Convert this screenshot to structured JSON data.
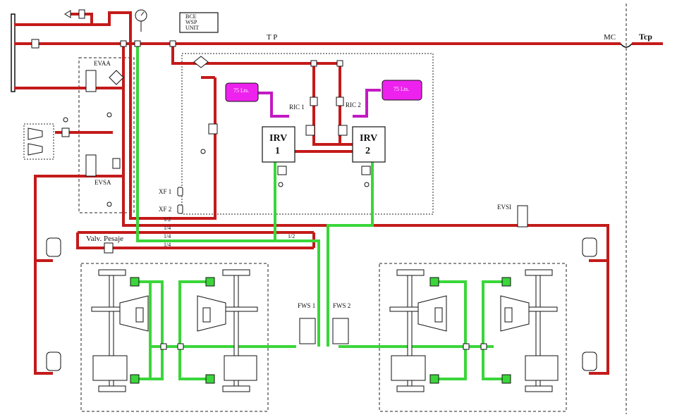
{
  "labels": {
    "tp": "T P",
    "mc": "MC",
    "tcp": "Tcp",
    "bce": "BCE",
    "wsp": "WSP",
    "unit": "UNIT",
    "evaa": "EVAA",
    "evsa": "EVSA",
    "evsi": "EVSI",
    "irv1_a": "IRV",
    "irv1_b": "1",
    "irv2_a": "IRV",
    "irv2_b": "2",
    "ric1": "RIC 1",
    "ric2": "RIC 2",
    "tank1": "75 Lts.",
    "tank2": "75 Lts.",
    "xf1": "XF 1",
    "xf2": "XF 2",
    "pipe_half_1": "1/2",
    "pipe_quarter_1": "1/4",
    "pipe_quarter_2": "1/4",
    "pipe_half_2": "1/2",
    "pipe_quarter_3": "1/4",
    "valv_pesaje": "Valv. Pesaje",
    "fws1": "FWS 1",
    "fws2": "FWS 2"
  },
  "colors": {
    "main_pipe": "#c41a1a",
    "brake_pipe": "#3ad63a",
    "tank_pipe": "#c21ac2",
    "tank_fill": "#ee22ee"
  }
}
